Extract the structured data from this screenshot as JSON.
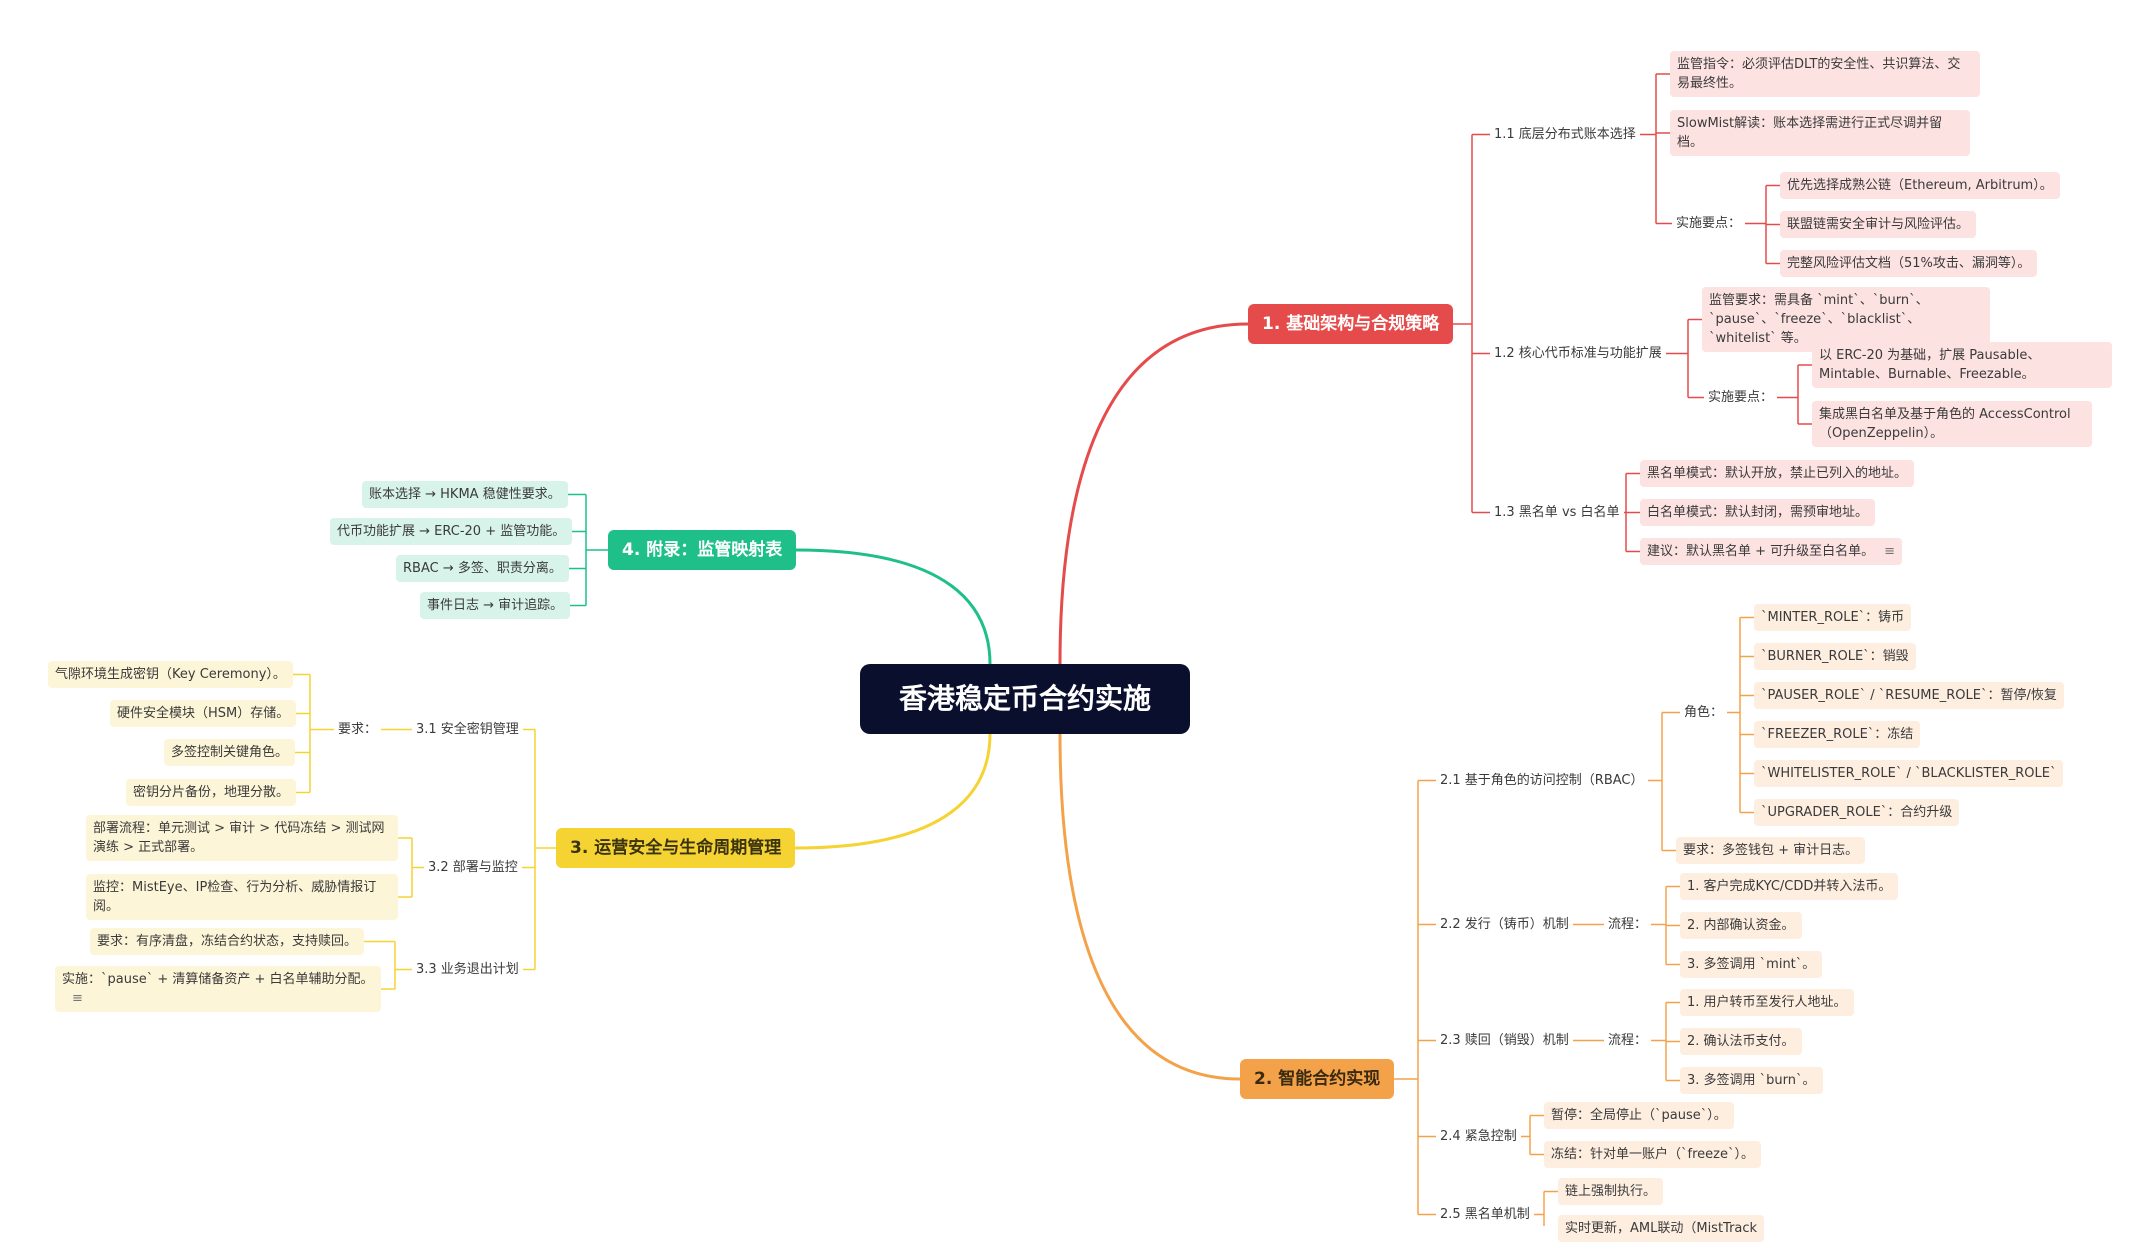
{
  "root": "香港稳定币合约实施",
  "branches": {
    "b1": {
      "label": "1. 基础架构与合规策略",
      "s11": {
        "label": "1.1 底层分布式账本选择",
        "reg": "监管指令：必须评估DLT的安全性、共识算法、交易最终性。",
        "slowmist": "SlowMist解读：账本选择需进行正式尽调并留档。",
        "impl": "实施要点：",
        "impl_items": [
          "优先选择成熟公链（Ethereum, Arbitrum）。",
          "联盟链需安全审计与风险评估。",
          "完整风险评估文档（51%攻击、漏洞等）。"
        ]
      },
      "s12": {
        "label": "1.2 核心代币标准与功能扩展",
        "reg": "监管要求：需具备 `mint`、`burn`、`pause`、`freeze`、`blacklist`、`whitelist` 等。",
        "impl": "实施要点：",
        "impl_items": [
          "以 ERC-20 为基础，扩展 Pausable、Mintable、Burnable、Freezable。",
          "集成黑白名单及基于角色的 AccessControl（OpenZeppelin）。"
        ]
      },
      "s13": {
        "label": "1.3 黑名单 vs 白名单",
        "items": [
          "黑名单模式：默认开放，禁止已列入的地址。",
          "白名单模式：默认封闭，需预审地址。",
          "建议：默认黑名单 + 可升级至白名单。"
        ]
      }
    },
    "b2": {
      "label": "2. 智能合约实现",
      "s21": {
        "label": "2.1 基于角色的访问控制（RBAC）",
        "roles_label": "角色：",
        "roles": [
          "`MINTER_ROLE`：铸币",
          "`BURNER_ROLE`：销毁",
          "`PAUSER_ROLE` / `RESUME_ROLE`：暂停/恢复",
          "`FREEZER_ROLE`：冻结",
          "`WHITELISTER_ROLE` / `BLACKLISTER_ROLE`",
          "`UPGRADER_ROLE`：合约升级"
        ],
        "req": "要求：多签钱包 + 审计日志。"
      },
      "s22": {
        "label": "2.2 发行（铸币）机制",
        "flow": "流程：",
        "items": [
          "1. 客户完成KYC/CDD并转入法币。",
          "2. 内部确认资金。",
          "3. 多签调用 `mint`。"
        ]
      },
      "s23": {
        "label": "2.3 赎回（销毁）机制",
        "flow": "流程：",
        "items": [
          "1. 用户转币至发行人地址。",
          "2. 确认法币支付。",
          "3. 多签调用 `burn`。"
        ]
      },
      "s24": {
        "label": "2.4 紧急控制",
        "items": [
          "暂停：全局停止（`pause`）。",
          "冻结：针对单一账户（`freeze`）。"
        ]
      },
      "s25": {
        "label": "2.5 黑名单机制",
        "items": [
          "链上强制执行。",
          "实时更新，AML联动（MistTrack"
        ]
      }
    },
    "b3": {
      "label": "3. 运营安全与生命周期管理",
      "s31": {
        "label": "3.1 安全密钥管理",
        "req": "要求：",
        "items": [
          "气隙环境生成密钥（Key Ceremony）。",
          "硬件安全模块（HSM）存储。",
          "多签控制关键角色。",
          "密钥分片备份，地理分散。"
        ]
      },
      "s32": {
        "label": "3.2 部署与监控",
        "items": [
          "部署流程：单元测试 > 审计 > 代码冻结 > 测试网演练 > 正式部署。",
          "监控：MistEye、IP检查、行为分析、威胁情报订阅。"
        ]
      },
      "s33": {
        "label": "3.3 业务退出计划",
        "items": [
          "要求：有序清盘，冻结合约状态，支持赎回。",
          "实施：`pause` + 清算储备资产 + 白名单辅助分配。"
        ]
      }
    },
    "b4": {
      "label": "4. 附录：监管映射表",
      "items": [
        "账本选择 → HKMA 稳健性要求。",
        "代币功能扩展 → ERC-20 + 监管功能。",
        "RBAC → 多签、职责分离。",
        "事件日志 → 审计追踪。"
      ]
    }
  },
  "colors": {
    "red": "#e64b4b",
    "orange": "#f4a24a",
    "yellow": "#f5d332",
    "green": "#1fbf8a",
    "root": "#0b0f2e"
  },
  "icons": {
    "note": "note-icon"
  }
}
